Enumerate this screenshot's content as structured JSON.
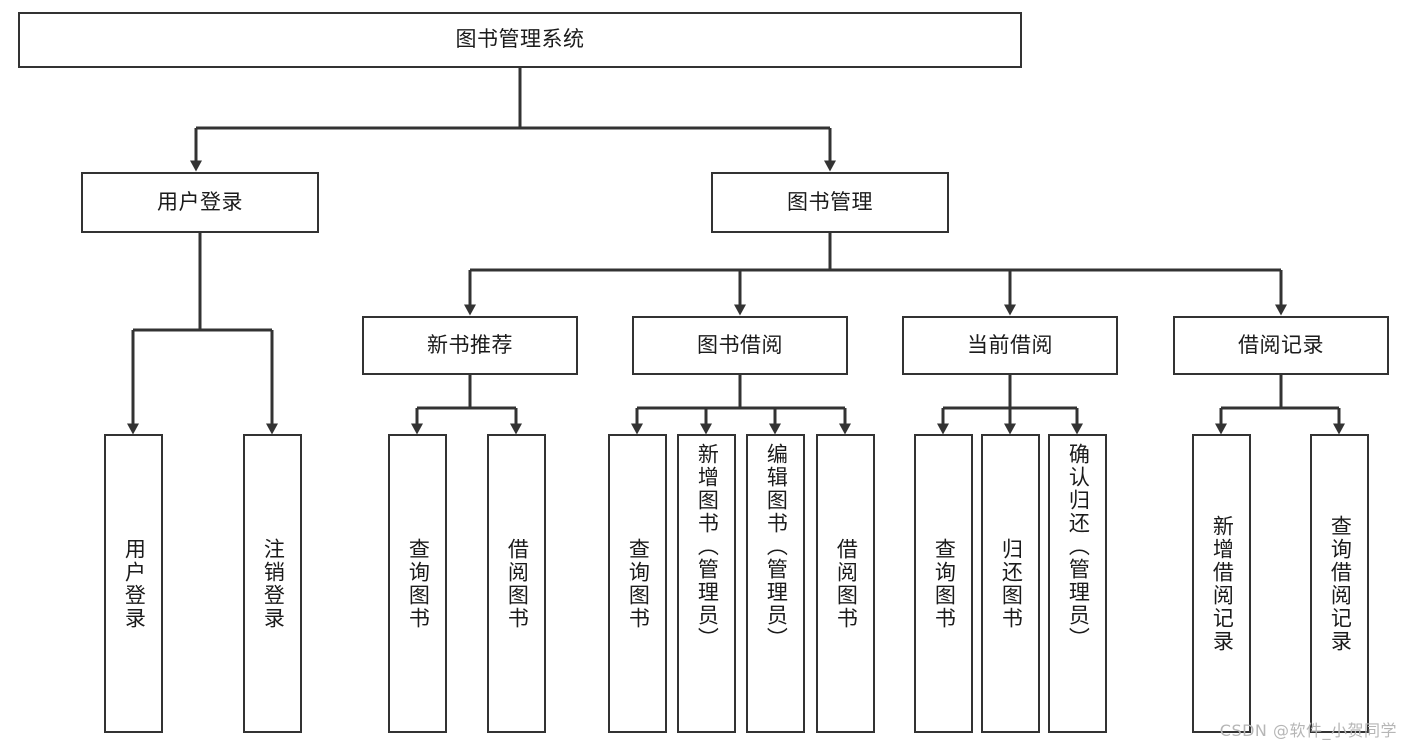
{
  "diagram": {
    "title": "图书管理系统",
    "type": "tree",
    "style": {
      "box_border": "#333333",
      "box_fill": "#ffffff",
      "line": "#333333",
      "text": "#1b1b1b",
      "watermark": "#b6b6b6"
    },
    "root": {
      "label": "图书管理系统"
    },
    "level1": [
      {
        "id": "user-login",
        "label": "用户登录"
      },
      {
        "id": "book-manage",
        "label": "图书管理"
      }
    ],
    "level2": [
      {
        "id": "new-book-recommend",
        "label": "新书推荐",
        "parent": "book-manage"
      },
      {
        "id": "book-borrow",
        "label": "图书借阅",
        "parent": "book-manage"
      },
      {
        "id": "current-borrow",
        "label": "当前借阅",
        "parent": "book-manage"
      },
      {
        "id": "borrow-record",
        "label": "借阅记录",
        "parent": "book-manage"
      }
    ],
    "leaves": [
      {
        "id": "leaf-user-login",
        "label": "用户登录",
        "parent": "user-login"
      },
      {
        "id": "leaf-user-logout",
        "label": "注销登录",
        "parent": "user-login"
      },
      {
        "id": "leaf-query-book-1",
        "label": "查询图书",
        "parent": "new-book-recommend"
      },
      {
        "id": "leaf-borrow-book-1",
        "label": "借阅图书",
        "parent": "new-book-recommend"
      },
      {
        "id": "leaf-query-book-2",
        "label": "查询图书",
        "parent": "book-borrow"
      },
      {
        "id": "leaf-add-book",
        "label": "新增图书（管理员）",
        "parent": "book-borrow"
      },
      {
        "id": "leaf-edit-book",
        "label": "编辑图书（管理员）",
        "parent": "book-borrow"
      },
      {
        "id": "leaf-borrow-book-2",
        "label": "借阅图书",
        "parent": "book-borrow"
      },
      {
        "id": "leaf-query-book-3",
        "label": "查询图书",
        "parent": "current-borrow"
      },
      {
        "id": "leaf-return-book",
        "label": "归还图书",
        "parent": "current-borrow"
      },
      {
        "id": "leaf-confirm-return",
        "label": "确认归还（管理员）",
        "parent": "current-borrow"
      },
      {
        "id": "leaf-add-record",
        "label": "新增借阅记录",
        "parent": "borrow-record"
      },
      {
        "id": "leaf-query-record",
        "label": "查询借阅记录",
        "parent": "borrow-record"
      }
    ]
  },
  "watermark": {
    "text": "CSDN @软件_小贺同学"
  }
}
